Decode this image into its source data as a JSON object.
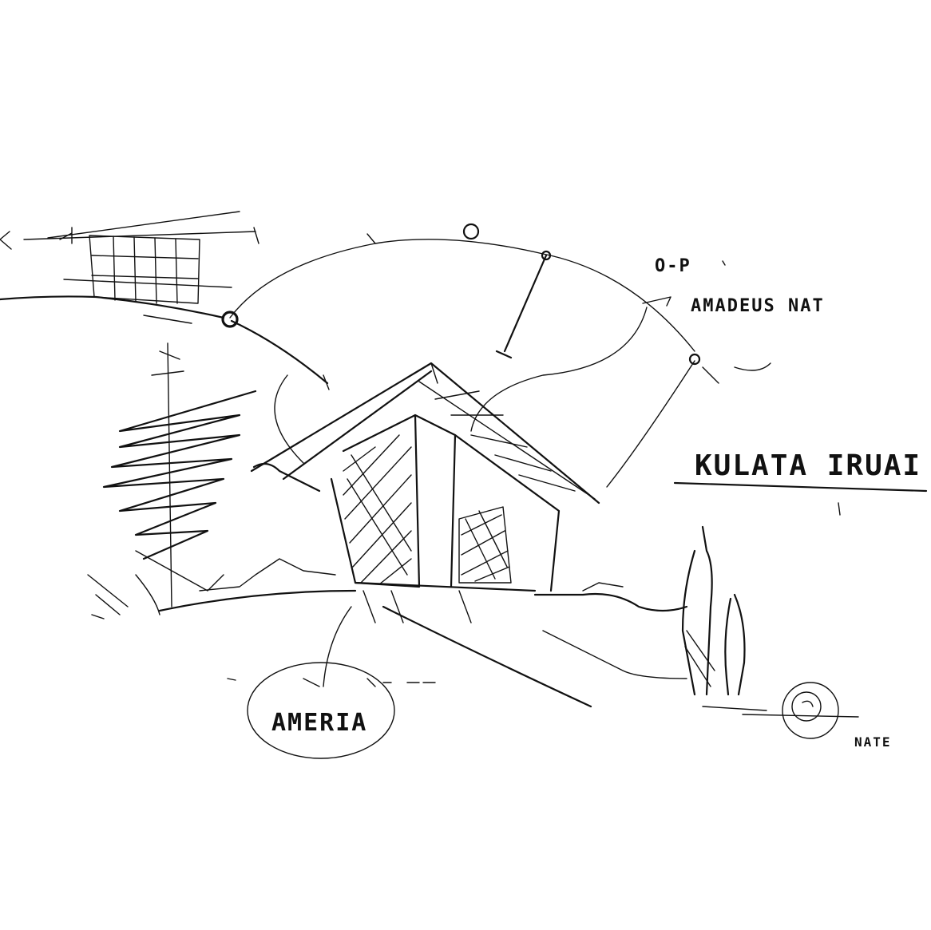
{
  "sketch": {
    "labels": {
      "top_right_small": "O-P",
      "top_right_note": "AMADEUS NAT",
      "title": "KULATA IRUAI",
      "circle_note": "AMERIA",
      "bottom_right_note": "NATE"
    },
    "ink_color": "#111111",
    "paper_color": "#ffffff"
  }
}
